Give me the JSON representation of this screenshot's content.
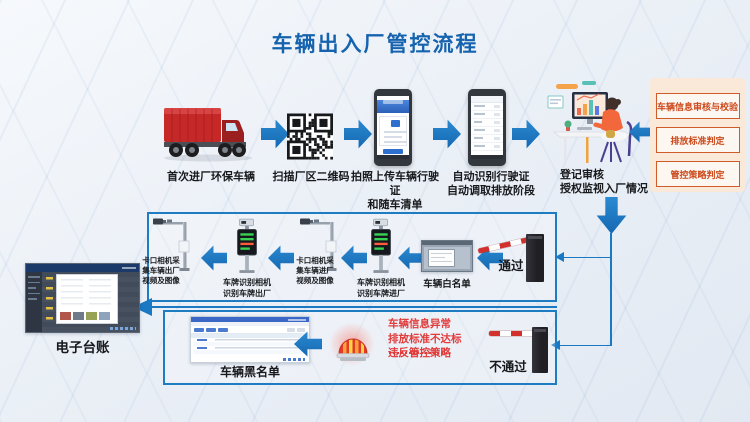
{
  "page": {
    "title": "车辆出入厂管控流程"
  },
  "colors": {
    "title_blue": "#1562ae",
    "arrow_blue": "#1b78c2",
    "box_border_blue": "#1e7dc2",
    "panel_peach": "#fae8d9",
    "check_orange": "#cd4a1c",
    "alert_red": "#e23b3b",
    "truck_red": "#c62828"
  },
  "top_flow": {
    "steps": [
      {
        "icon": "red-truck-icon",
        "label": "首次进厂环保车辆"
      },
      {
        "icon": "qr-code-icon",
        "label": "扫描厂区二维码"
      },
      {
        "icon": "phone-upload-icon",
        "label": "拍照上传车辆行驶证\n和随车清单"
      },
      {
        "icon": "phone-list-icon",
        "label": "自动识别行驶证\n自动调取排放阶段"
      },
      {
        "icon": "operator-desk-icon",
        "label": "登记审核\n授权监视入厂情况"
      }
    ]
  },
  "checks_panel": {
    "items": [
      {
        "label": "车辆信息审核与校验"
      },
      {
        "label": "排放标准判定"
      },
      {
        "label": "管控策略判定"
      }
    ]
  },
  "entry_exit_row": {
    "pass_label": "通过",
    "whitelist_label": "车辆白名单",
    "camera_entry_lpr_label": "车牌识别相机\n识别车牌进厂",
    "camera_entry_capture_label": "卡口相机采\n集车辆进厂\n视频及图像",
    "camera_exit_lpr_label": "车牌识别相机\n识别车牌出厂",
    "camera_exit_capture_label": "卡口相机采\n集车辆出厂\n视频及图像"
  },
  "ledger": {
    "label": "电子台账"
  },
  "blacklist_row": {
    "blacklist_label": "车辆黑名单",
    "alert_text": "车辆信息异常\n排放标准不达标\n违反管控策略",
    "fail_label": "不通过"
  }
}
